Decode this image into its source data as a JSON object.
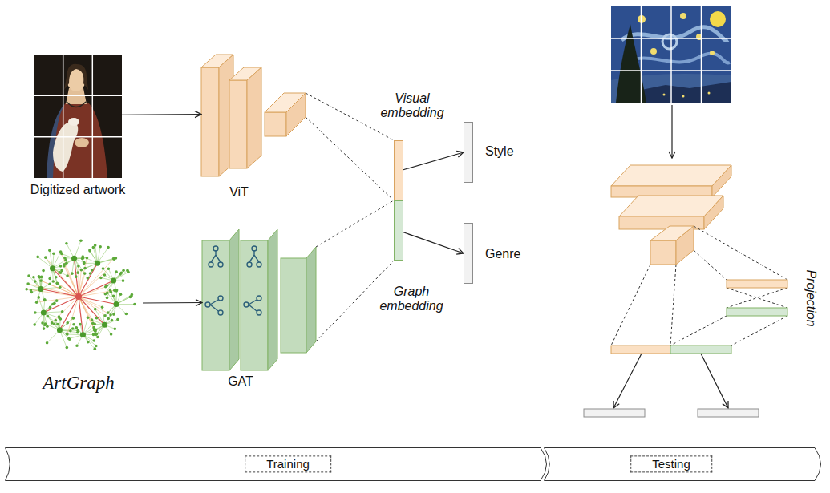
{
  "diagram": {
    "nodes": [
      {
        "text": [
          "Digitized artwork"
        ]
      },
      {
        "text": [
          "ViT"
        ]
      },
      {
        "text": [
          "Visual embedding"
        ]
      },
      {
        "text": [
          "Style"
        ]
      },
      {
        "text": [
          "Genre"
        ]
      },
      {
        "text": [
          "Graph embedding"
        ]
      },
      {
        "text": [
          "ArtGraph"
        ]
      },
      {
        "text": [
          "GAT"
        ]
      },
      {
        "text": [
          "Training"
        ]
      },
      {
        "text": [
          "Testing"
        ]
      }
    ],
    "edges": [
      {
        "from": 0,
        "to": 1,
        "arrow": "to"
      },
      {
        "from": 6,
        "to": 7,
        "arrow": "to"
      },
      {
        "from": 1,
        "to": 2,
        "arrow": "none"
      },
      {
        "from": 7,
        "to": 5,
        "arrow": "none"
      },
      {
        "from": 2,
        "to": 3,
        "arrow": "to"
      },
      {
        "from": 5,
        "to": 4,
        "arrow": "to"
      }
    ],
    "labels": [
      "Projection"
    ]
  }
}
